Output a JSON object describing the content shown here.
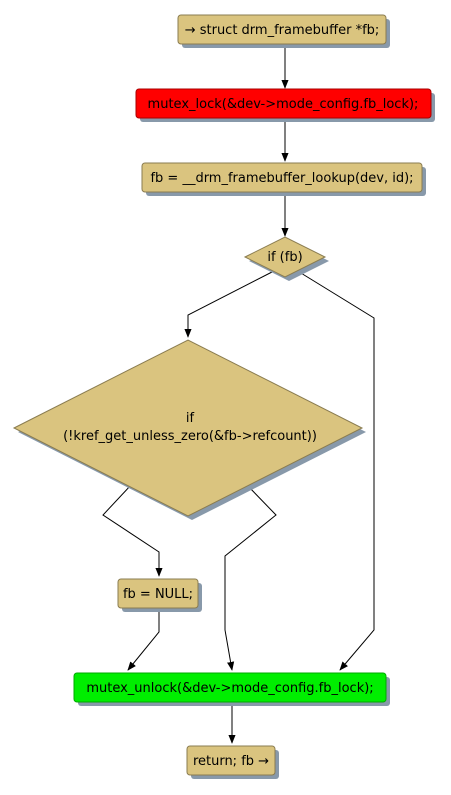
{
  "colors": {
    "action_fill": "#dac47f",
    "lock_fill": "#ff0000",
    "unlock_fill": "#00ee00",
    "border": "#8a7c50",
    "shadow": "#8899aa",
    "edge": "#000000"
  },
  "nodes": {
    "start": "→ struct drm_framebuffer *fb;",
    "lock": "mutex_lock(&dev->mode_config.fb_lock);",
    "lookup": "fb = __drm_framebuffer_lookup(dev, id);",
    "if_fb": "if (fb)",
    "if_kref_line1": "if",
    "if_kref_line2": "(!kref_get_unless_zero(&fb->refcount))",
    "set_null": "fb = NULL;",
    "unlock": "mutex_unlock(&dev->mode_config.fb_lock);",
    "return": "return; fb →"
  }
}
